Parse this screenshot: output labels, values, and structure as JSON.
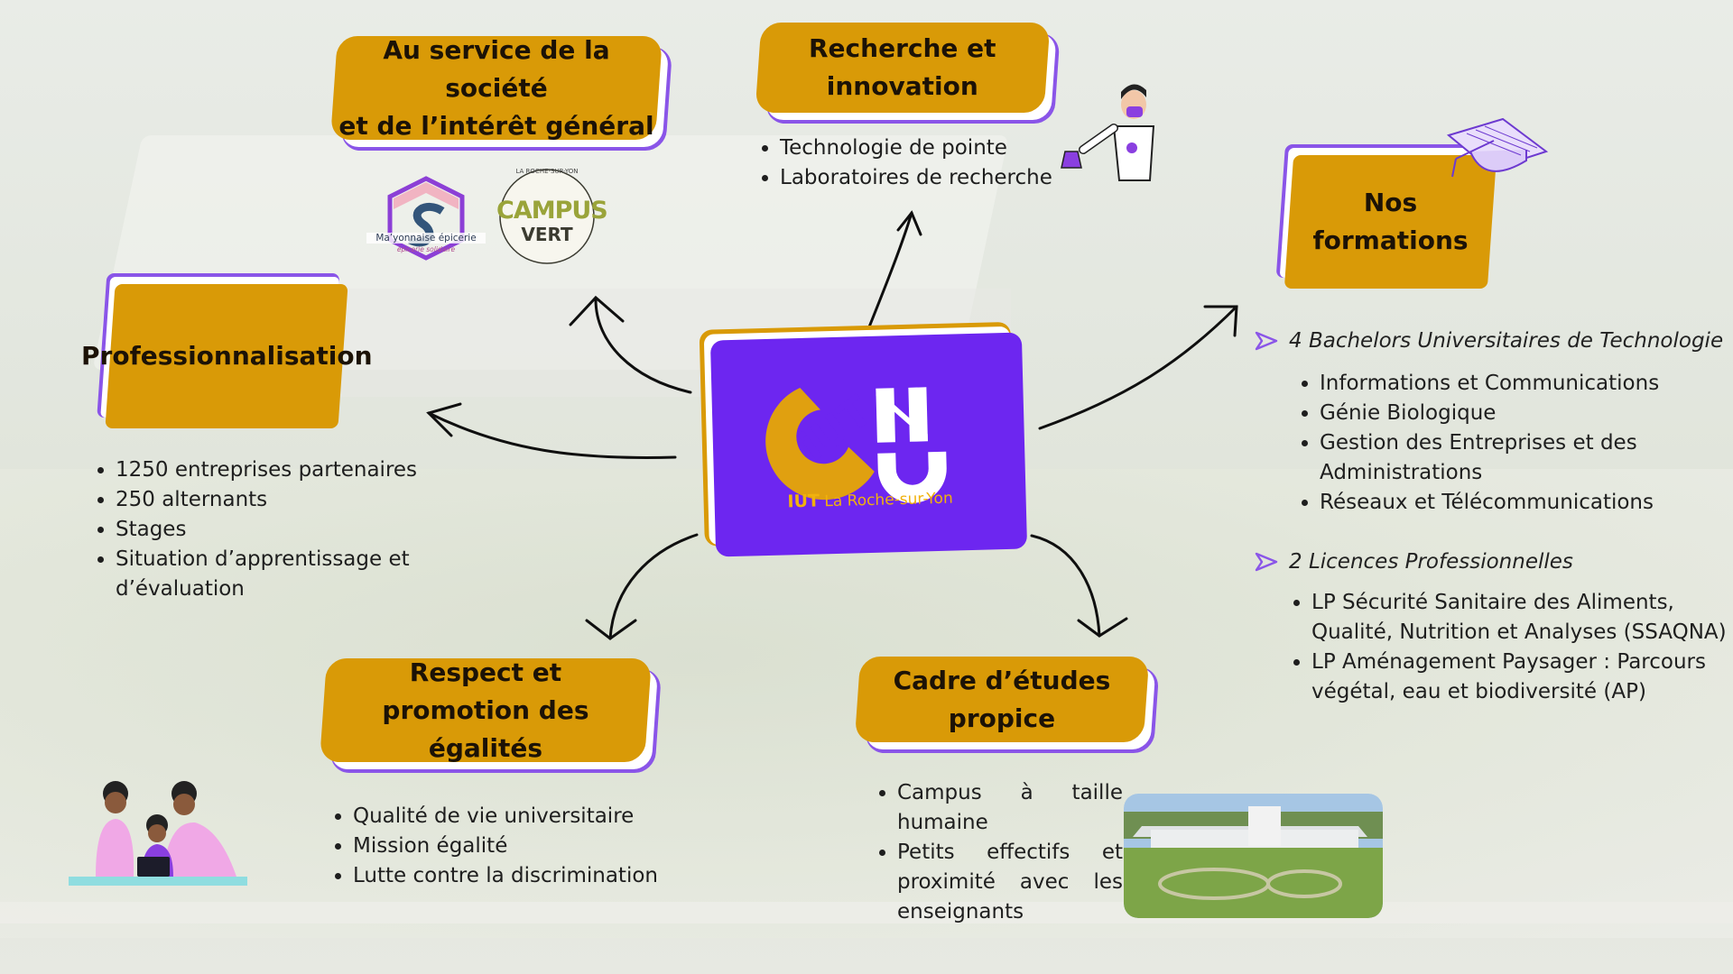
{
  "center": {
    "acronym": "IUT",
    "city": "La Roche-sur-Yon"
  },
  "boxes": {
    "societe": "Au service de la société\net de l’intérêt général",
    "recherche": "Recherche et\ninnovation",
    "formations": "Nos formations",
    "pro": "Professionnalisation",
    "egalites": "Respect et\npromotion des égalités",
    "cadre": "Cadre d’études propice"
  },
  "recherche_items": [
    "Technologie de pointe",
    "Laboratoires de recherche"
  ],
  "pro_items": [
    "1250 entreprises partenaires",
    "250 alternants",
    "Stages",
    "Situation d’apprentissage et d’évaluation"
  ],
  "egalites_items": [
    "Qualité de vie universitaire",
    "Mission égalité",
    "Lutte contre la discrimination"
  ],
  "cadre_items": [
    "Campus à taille humaine",
    "Petits effectifs et proximité avec les enseignants"
  ],
  "formations": {
    "but_label": "4 Bachelors Universitaires de Technologie",
    "but_items": [
      "Informations et Communications",
      "Génie Biologique",
      "Gestion des Entreprises et des Administrations",
      "Réseaux et Télécommunications"
    ],
    "lp_label": "2 Licences Professionnelles",
    "lp_items": [
      "LP Sécurité Sanitaire des Aliments, Qualité, Nutrition et Analyses (SSAQNA)",
      "LP Aménagement Paysager : Parcours végétal, eau et biodiversité (AP)"
    ]
  },
  "logos": {
    "mayonnaise_name": "Ma’yonnaise épicerie",
    "mayonnaise_sub": "épicerie solidaire",
    "campus_top": "LA ROCHE-SUR-YON",
    "campus_word1": "CAMPUS",
    "campus_word2": "VERT"
  },
  "colors": {
    "accent_orange": "#d99a07",
    "accent_purple": "#6d26f0",
    "outline_purple": "#8a55e8"
  },
  "icons": [
    "arrow-icon",
    "scientist-icon",
    "graduation-cap-icon",
    "students-laptop-icon",
    "campus-photo"
  ]
}
